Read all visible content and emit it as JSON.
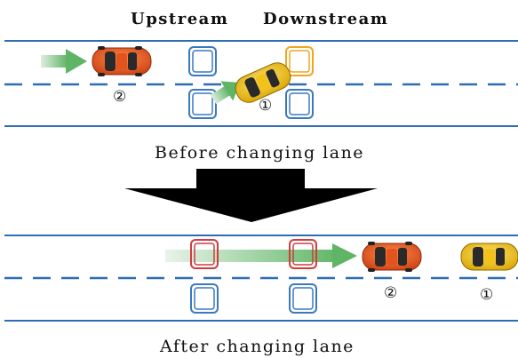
{
  "header": {
    "upstream": "Upstream",
    "downstream": "Downstream"
  },
  "before": {
    "caption": "Before changing lane",
    "label_orange_car": "②",
    "label_yellow_car": "①"
  },
  "after": {
    "caption": "After changing lane",
    "label_orange_car": "②",
    "label_yellow_car": "①"
  },
  "colors": {
    "road_line": "#2e6db4",
    "detector_blue": "#3a78c2",
    "detector_orange": "#f2a51e",
    "detector_red": "#d23c3c",
    "car_orange": "#e2541c",
    "car_yellow": "#f2c21b",
    "arrow_green": "#6fbf73",
    "big_arrow": "#000000"
  }
}
